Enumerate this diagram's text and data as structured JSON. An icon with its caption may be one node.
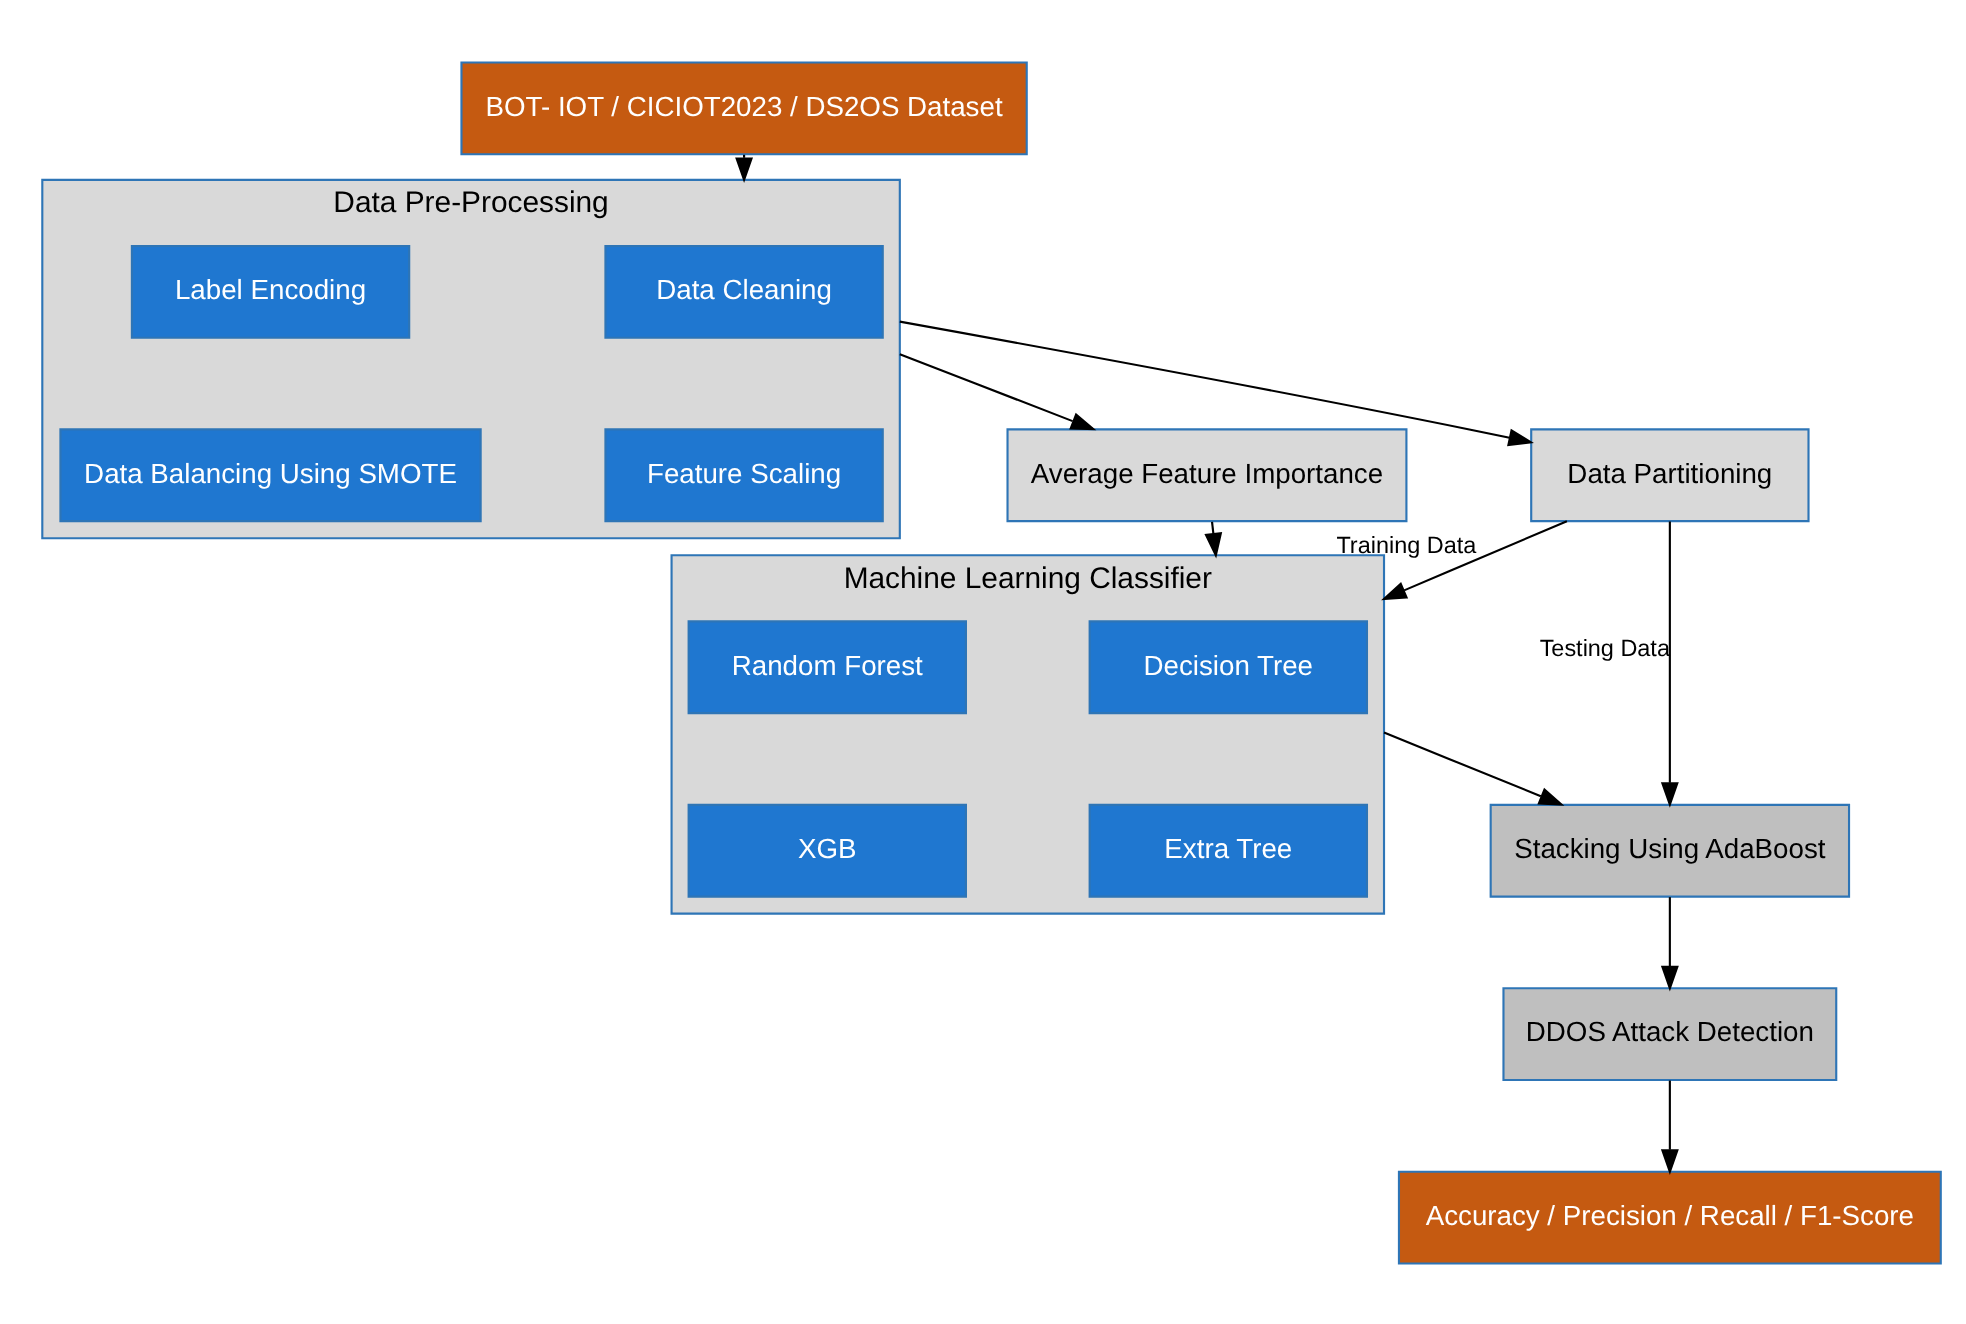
{
  "diagram": {
    "nodes": [
      {
        "text": [
          "BOT- IOT / CICIOT2023 / DS2OS Dataset"
        ]
      },
      {
        "text": [
          "Data Pre-Processing"
        ]
      },
      {
        "text": [
          "Data Cleaning"
        ],
        "in": 1
      },
      {
        "text": [
          "Label Encoding"
        ],
        "in": 1
      },
      {
        "text": [
          "Feature Scaling"
        ],
        "in": 1
      },
      {
        "text": [
          "Data Balancing Using SMOTE"
        ],
        "in": 1
      },
      {
        "text": [
          "Data Partitioning"
        ]
      },
      {
        "text": [
          "Average Feature Importance"
        ]
      },
      {
        "text": [
          "Machine Learning Classifier"
        ]
      },
      {
        "text": [
          "Decision Tree"
        ],
        "in": 8
      },
      {
        "text": [
          "Random Forest"
        ],
        "in": 8
      },
      {
        "text": [
          "Extra Tree"
        ],
        "in": 8
      },
      {
        "text": [
          "XGB"
        ],
        "in": 8
      },
      {
        "text": [
          "Stacking Using AdaBoost"
        ]
      },
      {
        "text": [
          "DDOS Attack Detection"
        ]
      },
      {
        "text": [
          "Accuracy / Precision / Recall / F1-Score"
        ]
      }
    ],
    "edges": [
      {
        "from": 0,
        "to": 1,
        "arrow": "to"
      },
      {
        "from": 1,
        "to": 6,
        "arrow": "to"
      },
      {
        "from": 1,
        "to": 7,
        "arrow": "to"
      },
      {
        "from": 7,
        "to": 8,
        "arrow": "to"
      },
      {
        "from": 6,
        "to": 8,
        "arrow": "to",
        "label": "Training Data"
      },
      {
        "from": 8,
        "to": 13,
        "arrow": "to"
      },
      {
        "from": 6,
        "to": 13,
        "arrow": "to",
        "label": "Testing Data"
      },
      {
        "from": 13,
        "to": 14,
        "arrow": "to"
      },
      {
        "from": 14,
        "to": 15,
        "arrow": "to"
      }
    ]
  }
}
